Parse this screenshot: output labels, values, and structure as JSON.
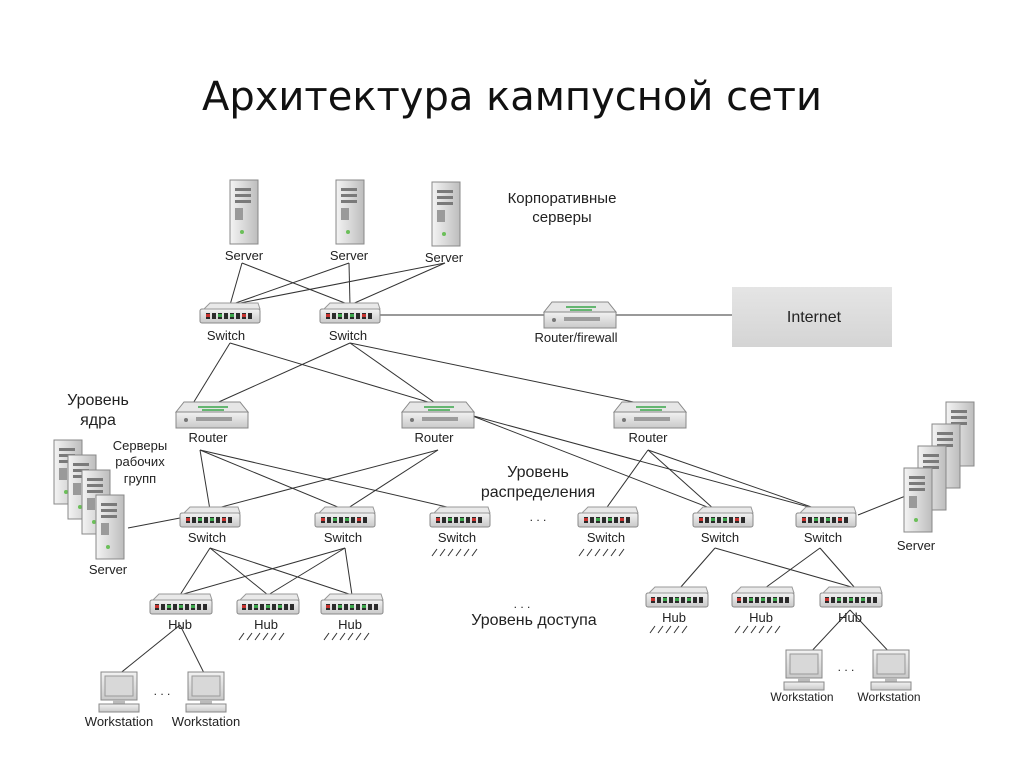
{
  "title": "Архитектура кампусной сети",
  "labels": {
    "server": "Server",
    "switch": "Switch",
    "router": "Router",
    "router_firewall": "Router/firewall",
    "internet": "Internet",
    "hub": "Hub",
    "workstation": "Workstation",
    "dots": ". . ."
  },
  "notes": {
    "corporate_servers": "Корпоративные\nсерверы",
    "core_level": "Уровень\nядра",
    "workgroup_servers": "Серверы\nрабочих\nгрупп",
    "distribution_level": "Уровень\nраспределения",
    "access_level": "Уровень доступа"
  },
  "colors": {
    "device_body": "#e4e4e4",
    "device_edge": "#9a9a9a",
    "line": "#333333",
    "port_green": "#3aa64a",
    "port_red": "#c8322f",
    "internet_box": "#dcdcdc"
  }
}
